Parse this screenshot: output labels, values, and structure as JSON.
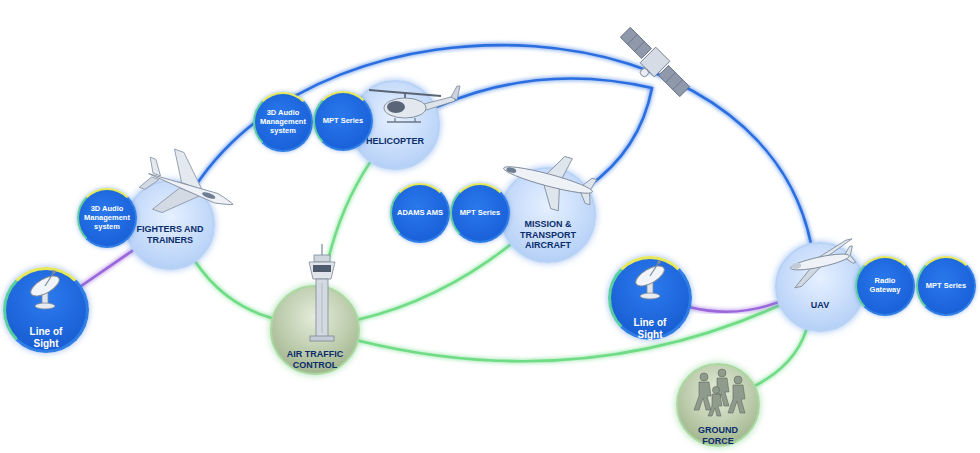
{
  "diagram": {
    "nodes": [
      {
        "text": [
          "FIGHTERS AND TRAINERS"
        ]
      },
      {
        "text": [
          "3D Audio Management system"
        ]
      },
      {
        "text": [
          "Line of Sight"
        ]
      },
      {
        "text": [
          "HELICOPTER"
        ]
      },
      {
        "text": [
          "3D Audio Management system"
        ]
      },
      {
        "text": [
          "MPT Series"
        ]
      },
      {
        "text": [
          "MISSION & TRANSPORT AIRCRAFT"
        ]
      },
      {
        "text": [
          "ADAMS AMS"
        ]
      },
      {
        "text": [
          "MPT Series"
        ]
      },
      {
        "text": [
          "AIR TRAFFIC CONTROL"
        ]
      },
      {
        "text": [
          "Line of Sight"
        ]
      },
      {
        "text": [
          "UAV"
        ]
      },
      {
        "text": [
          "Radio Gateway"
        ]
      },
      {
        "text": [
          "MPT Series"
        ]
      },
      {
        "text": [
          "GROUND FORCE"
        ]
      }
    ],
    "edges": [
      {
        "from": 0,
        "to": 11,
        "arrow": "none"
      },
      {
        "from": 3,
        "to": 6,
        "arrow": "none"
      },
      {
        "from": 0,
        "to": 9,
        "arrow": "none"
      },
      {
        "from": 3,
        "to": 9,
        "arrow": "none"
      },
      {
        "from": 6,
        "to": 9,
        "arrow": "none"
      },
      {
        "from": 9,
        "to": 11,
        "arrow": "none"
      },
      {
        "from": 11,
        "to": 14,
        "arrow": "none"
      },
      {
        "from": 2,
        "to": 0,
        "arrow": "none"
      },
      {
        "from": 10,
        "to": 11,
        "arrow": "none"
      }
    ]
  }
}
